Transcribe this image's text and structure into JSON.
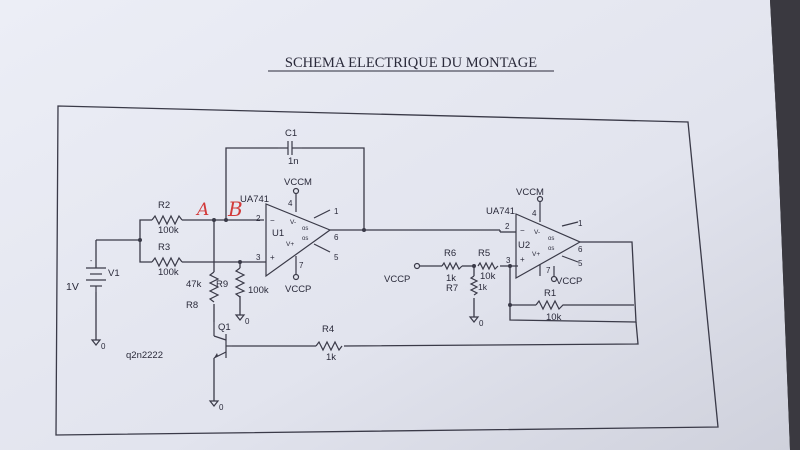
{
  "title": "SCHEMA ELECTRIQUE DU MONTAGE",
  "annotations": {
    "node_a": "A",
    "node_b": "B"
  },
  "source": {
    "label": "V1",
    "value": "1V"
  },
  "resistors": {
    "r2": {
      "name": "R2",
      "value": "100k"
    },
    "r3": {
      "name": "R3",
      "value": "100k"
    },
    "r9": {
      "name": "R9",
      "value": "47k"
    },
    "r_gnd": {
      "value": "100k"
    },
    "r8": {
      "name": "R8"
    },
    "r4": {
      "name": "R4",
      "value": "1k"
    },
    "r6": {
      "name": "R6",
      "value": "1k"
    },
    "r5": {
      "name": "R5",
      "value": "10k"
    },
    "r7": {
      "name": "R7",
      "value": "1k"
    },
    "r1": {
      "name": "R1",
      "value": "10k"
    }
  },
  "capacitor": {
    "name": "C1",
    "value": "1n"
  },
  "transistor": {
    "name": "Q1",
    "model": "q2n2222"
  },
  "opamp1": {
    "model": "UA741",
    "name": "U1",
    "vccm": "VCCM",
    "vccp": "VCCP",
    "pin_top": "4",
    "pin_bottom": "7",
    "pin_inv": "2",
    "pin_noninv": "3",
    "pin_out": "6",
    "pin_1": "1",
    "pin_5": "5",
    "vminus": "V-",
    "vplus": "V+",
    "os": "os"
  },
  "opamp2": {
    "model": "UA741",
    "name": "U2",
    "vccm": "VCCM",
    "vccp": "VCCP",
    "pin_top": "4",
    "pin_bottom": "7",
    "pin_inv": "2",
    "pin_noninv": "3",
    "pin_out": "6",
    "pin_1": "1",
    "pin_5": "5",
    "vminus": "V-",
    "vplus": "V+",
    "os": "os"
  },
  "vccp_input": "VCCP",
  "ground_label": "0",
  "colors": {
    "paper": "#e4e6ef",
    "ink": "#3a3a48",
    "handwriting": "#d23a3a",
    "background": "#2b2a2c"
  }
}
